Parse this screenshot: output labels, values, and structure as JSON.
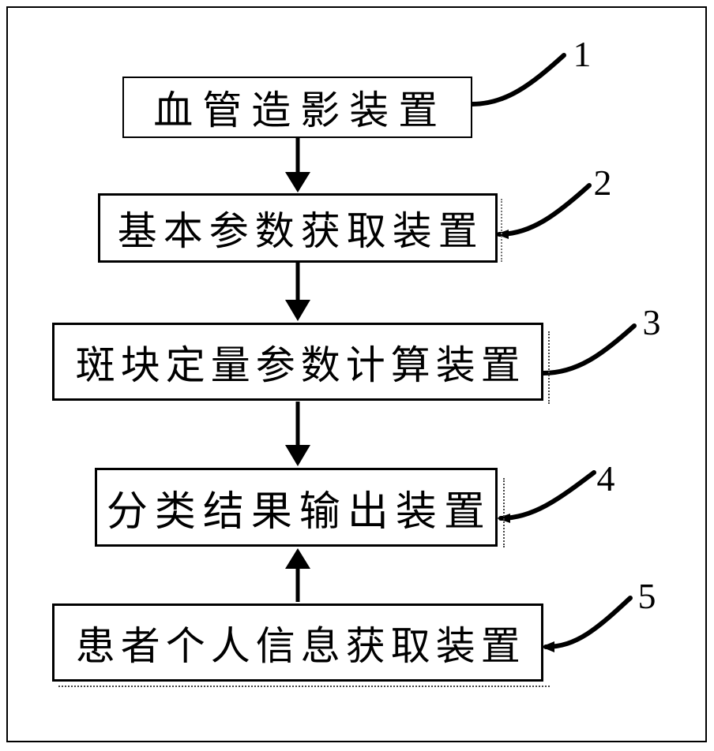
{
  "figure": {
    "kind": "patent-block-diagram",
    "background_color": "#ffffff",
    "line_color": "#000000",
    "boxes": [
      {
        "id": 1,
        "label": "血管造影装置",
        "ref": "1"
      },
      {
        "id": 2,
        "label": "基本参数获取装置",
        "ref": "2"
      },
      {
        "id": 3,
        "label": "斑块定量参数计算装置",
        "ref": "3"
      },
      {
        "id": 4,
        "label": "分类结果输出装置",
        "ref": "4"
      },
      {
        "id": 5,
        "label": "患者个人信息获取装置",
        "ref": "5"
      }
    ],
    "connections": [
      {
        "from": 1,
        "to": 2,
        "direction": "down"
      },
      {
        "from": 2,
        "to": 3,
        "direction": "down"
      },
      {
        "from": 3,
        "to": 4,
        "direction": "down"
      },
      {
        "from": 5,
        "to": 4,
        "direction": "up"
      }
    ]
  }
}
